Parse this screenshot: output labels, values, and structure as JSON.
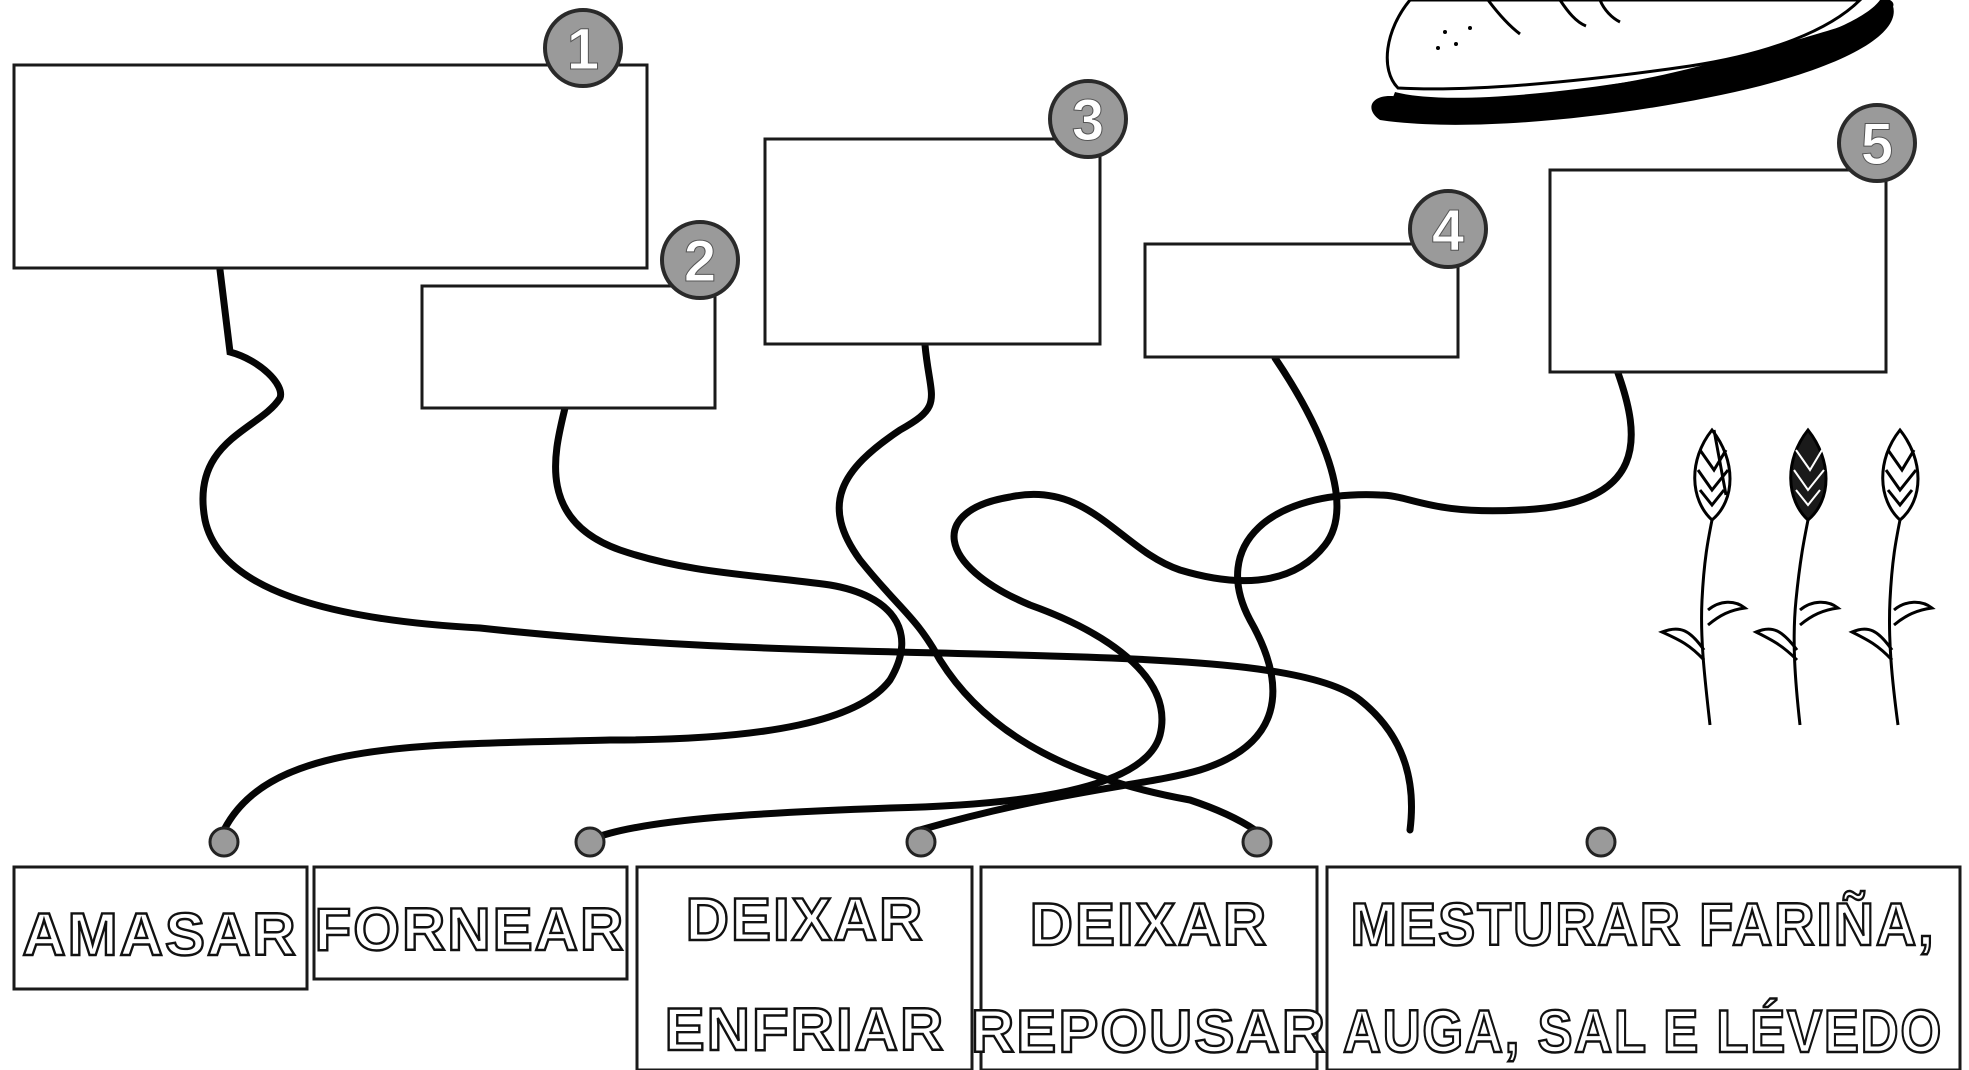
{
  "numbers": [
    "1",
    "2",
    "3",
    "4",
    "5"
  ],
  "actions": {
    "amasar": [
      "AMASAR"
    ],
    "fornear": [
      "FORNEAR"
    ],
    "deixar_enfriar": [
      "DEIXAR",
      "ENFRIAR"
    ],
    "deixar_repousar": [
      "DEIXAR",
      "REPOUSAR"
    ],
    "mesturar": [
      "MESTURAR FARIÑA,",
      "AUGA, SAL E LÉVEDO"
    ]
  },
  "colors": {
    "badge_fill": "#9a9a9a",
    "line": "#050505",
    "border": "#1a1a1a"
  },
  "illustrations": [
    "bread-loaf-icon",
    "wheat-stalks-icon"
  ]
}
